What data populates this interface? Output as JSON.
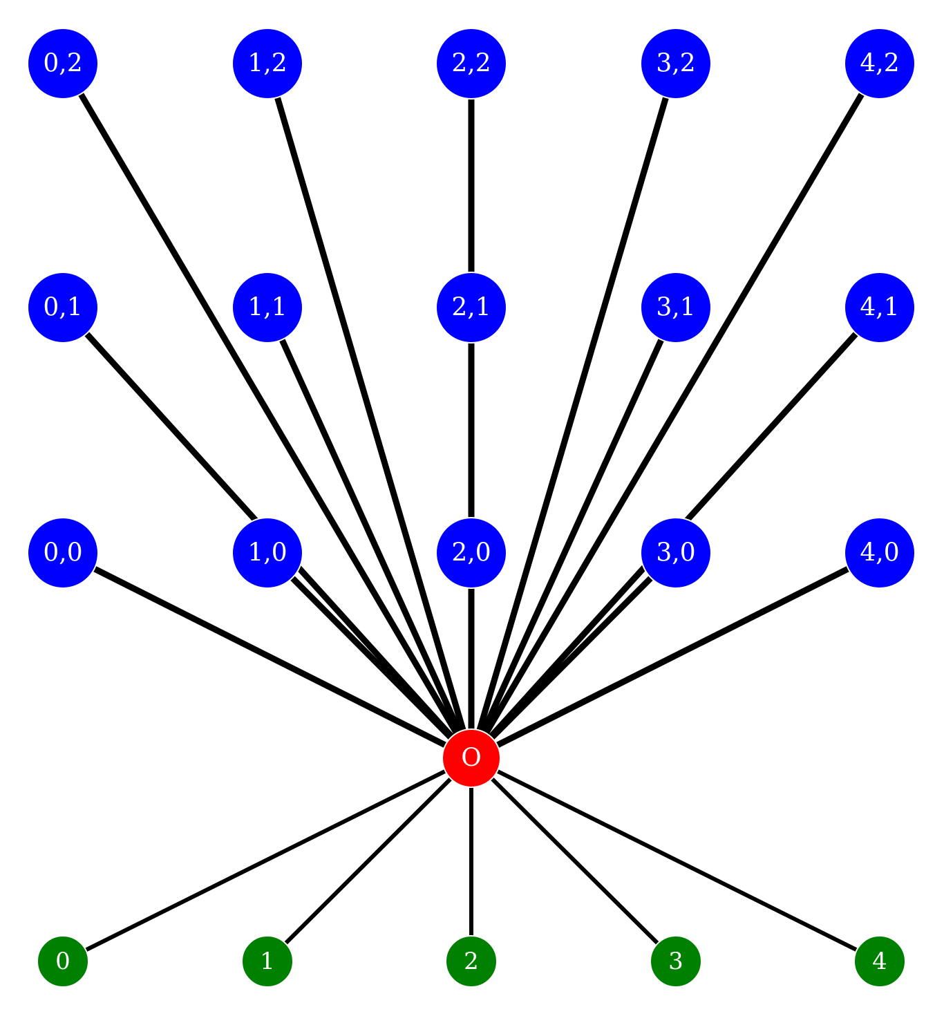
{
  "colors": {
    "grid_node": "#0000ff",
    "center_node": "#ff0000",
    "bottom_node": "#008000",
    "edge": "#000000",
    "label": "#ffffff"
  },
  "center": {
    "label": "O"
  },
  "grid_nodes": [
    {
      "label": "0,2",
      "col": 0,
      "row": 2
    },
    {
      "label": "1,2",
      "col": 1,
      "row": 2
    },
    {
      "label": "2,2",
      "col": 2,
      "row": 2
    },
    {
      "label": "3,2",
      "col": 3,
      "row": 2
    },
    {
      "label": "4,2",
      "col": 4,
      "row": 2
    },
    {
      "label": "0,1",
      "col": 0,
      "row": 1
    },
    {
      "label": "1,1",
      "col": 1,
      "row": 1
    },
    {
      "label": "2,1",
      "col": 2,
      "row": 1
    },
    {
      "label": "3,1",
      "col": 3,
      "row": 1
    },
    {
      "label": "4,1",
      "col": 4,
      "row": 1
    },
    {
      "label": "0,0",
      "col": 0,
      "row": 0
    },
    {
      "label": "1,0",
      "col": 1,
      "row": 0
    },
    {
      "label": "2,0",
      "col": 2,
      "row": 0
    },
    {
      "label": "3,0",
      "col": 3,
      "row": 0
    },
    {
      "label": "4,0",
      "col": 4,
      "row": 0
    }
  ],
  "bottom_nodes": [
    {
      "label": "0",
      "col": 0
    },
    {
      "label": "1",
      "col": 1
    },
    {
      "label": "2",
      "col": 2
    },
    {
      "label": "3",
      "col": 3
    },
    {
      "label": "4",
      "col": 4
    }
  ]
}
